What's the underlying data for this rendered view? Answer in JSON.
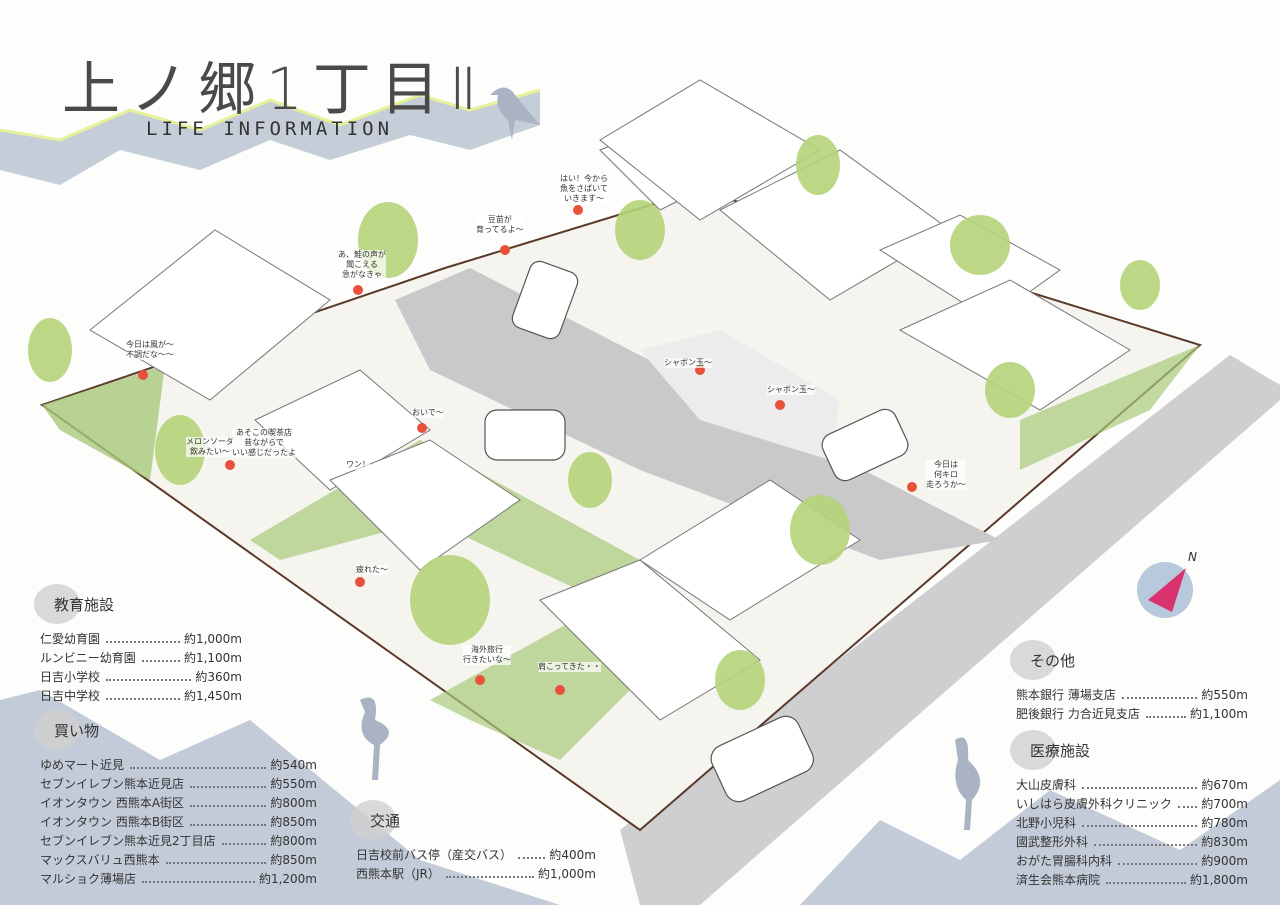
{
  "header": {
    "title": "上ノ郷1丁目Ⅱ",
    "subtitle": "LIFE INFORMATION"
  },
  "colors": {
    "road": "#c9c9cb",
    "grass": "#9cc46a",
    "mountain": "#c3cbd8",
    "accent_line": "#e6f29a",
    "people": "#e8503a",
    "compass": "#d8336f"
  },
  "sections": {
    "education": {
      "heading": "教育施設",
      "items": [
        {
          "name": "仁愛幼育園",
          "distance": "約1,000m"
        },
        {
          "name": "ルンビニー幼育園",
          "distance": "約1,100m"
        },
        {
          "name": "日吉小学校",
          "distance": "約360m"
        },
        {
          "name": "日吉中学校",
          "distance": "約1,450m"
        }
      ]
    },
    "shopping": {
      "heading": "買い物",
      "items": [
        {
          "name": "ゆめマート近見",
          "distance": "約540m"
        },
        {
          "name": "セブンイレブン熊本近見店",
          "distance": "約550m"
        },
        {
          "name": "イオンタウン 西熊本A街区",
          "distance": "約800m"
        },
        {
          "name": "イオンタウン 西熊本B街区",
          "distance": "約850m"
        },
        {
          "name": "セブンイレブン熊本近見2丁目店",
          "distance": "約800m"
        },
        {
          "name": "マックスバリュ西熊本",
          "distance": "約850m"
        },
        {
          "name": "マルショク薄場店",
          "distance": "約1,200m"
        }
      ]
    },
    "transport": {
      "heading": "交通",
      "items": [
        {
          "name": "日吉校前バス停（産交バス）",
          "distance": "約400m"
        },
        {
          "name": "西熊本駅（JR）",
          "distance": "約1,000m"
        }
      ]
    },
    "other": {
      "heading": "その他",
      "items": [
        {
          "name": "熊本銀行 薄場支店",
          "distance": "約550m"
        },
        {
          "name": "肥後銀行 力合近見支店",
          "distance": "約1,100m"
        }
      ]
    },
    "medical": {
      "heading": "医療施設",
      "items": [
        {
          "name": "大山皮膚科",
          "distance": "約670m"
        },
        {
          "name": "いしはら皮膚外科クリニック",
          "distance": "約700m"
        },
        {
          "name": "北野小児科",
          "distance": "約780m"
        },
        {
          "name": "國武整形外科",
          "distance": "約830m"
        },
        {
          "name": "おがた胃腸科内科",
          "distance": "約900m"
        },
        {
          "name": "済生会熊本病院",
          "distance": "約1,800m"
        }
      ]
    }
  },
  "bubbles": [
    "はい！今から\n魚をさばいて\nいきます～",
    "豆苗が\n育ってるよ～",
    "あ、鮭の声が\n聞こえる\n急がなきゃ",
    "今日は風が～\n不調だな～～",
    "メロンソーダ\n飲みたい～",
    "あそこの喫茶店\n昔ながらで\nいい感じだったよ",
    "おいで～",
    "ワン！",
    "シャボン玉～",
    "シャボン玉～",
    "今日は\n何キロ\n走ろうか～",
    "疲れた～",
    "海外旅行\n行きたいな～",
    "肩こってきた・・"
  ],
  "compass": {
    "label": "N"
  }
}
